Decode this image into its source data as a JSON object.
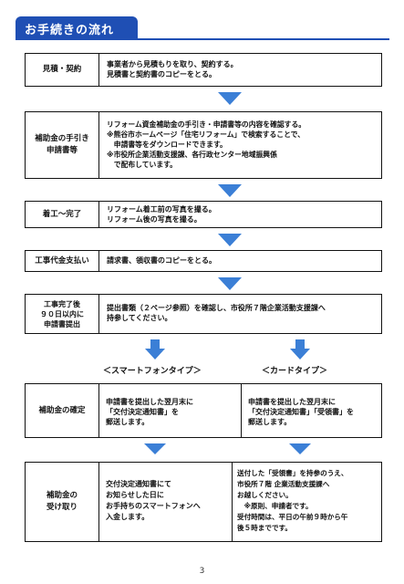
{
  "header": {
    "title": "お手続きの流れ"
  },
  "steps": [
    {
      "label": "見積・契約",
      "text": "事業者から見積もりを取り、契約する。\n見積書と契約書のコピーをとる。"
    },
    {
      "label": "補助金の手引き\n申請書等",
      "text": "リフォーム資金補助金の手引き・申請書等の内容を確認する。\n※熊谷市ホームページ「住宅リフォーム」で検索することで、\n　申請書等をダウンロードできます。\n※市役所企業活動支援課、各行政センター地域振興係\n　で配布しています。"
    },
    {
      "label": "着工～完了",
      "text": "リフォーム着工前の写真を撮る。\nリフォーム後の写真を撮る。"
    },
    {
      "label": "工事代金支払い",
      "text": "請求書、領収書のコピーをとる。"
    },
    {
      "label": "工事完了後\n９０日以内に\n申請書提出",
      "text": "提出書類（２ページ参照）を確認し、市役所７階企業活動支援課へ\n持参してください。"
    }
  ],
  "types": {
    "smartphone": "＜スマートフォンタイプ＞",
    "card": "＜カードタイプ＞"
  },
  "confirm": {
    "label": "補助金の確定",
    "smartphone": "申請書を提出した翌月末に\n「交付決定通知書」を\n郵送します。",
    "card": "申請書を提出した翌月末に\n「交付決定通知書」「受領書」を\n郵送します。"
  },
  "receive": {
    "label": "補助金の\n受け取り",
    "smartphone": "交付決定通知書にて\nお知らせした日に\nお手持ちのスマートフォンへ\n入金します。",
    "card": "送付した「受領書」を持参のうえ、\n市役所７階 企業活動支援課へ\nお越しください。\n　※原則、申請者です。\n受付時間は、平日の午前９時から午\n後５時までです。"
  },
  "footer": {
    "page_number": "3"
  },
  "colors": {
    "title_bar": "#1f4fb4",
    "arrow": "#3b7fd6"
  }
}
